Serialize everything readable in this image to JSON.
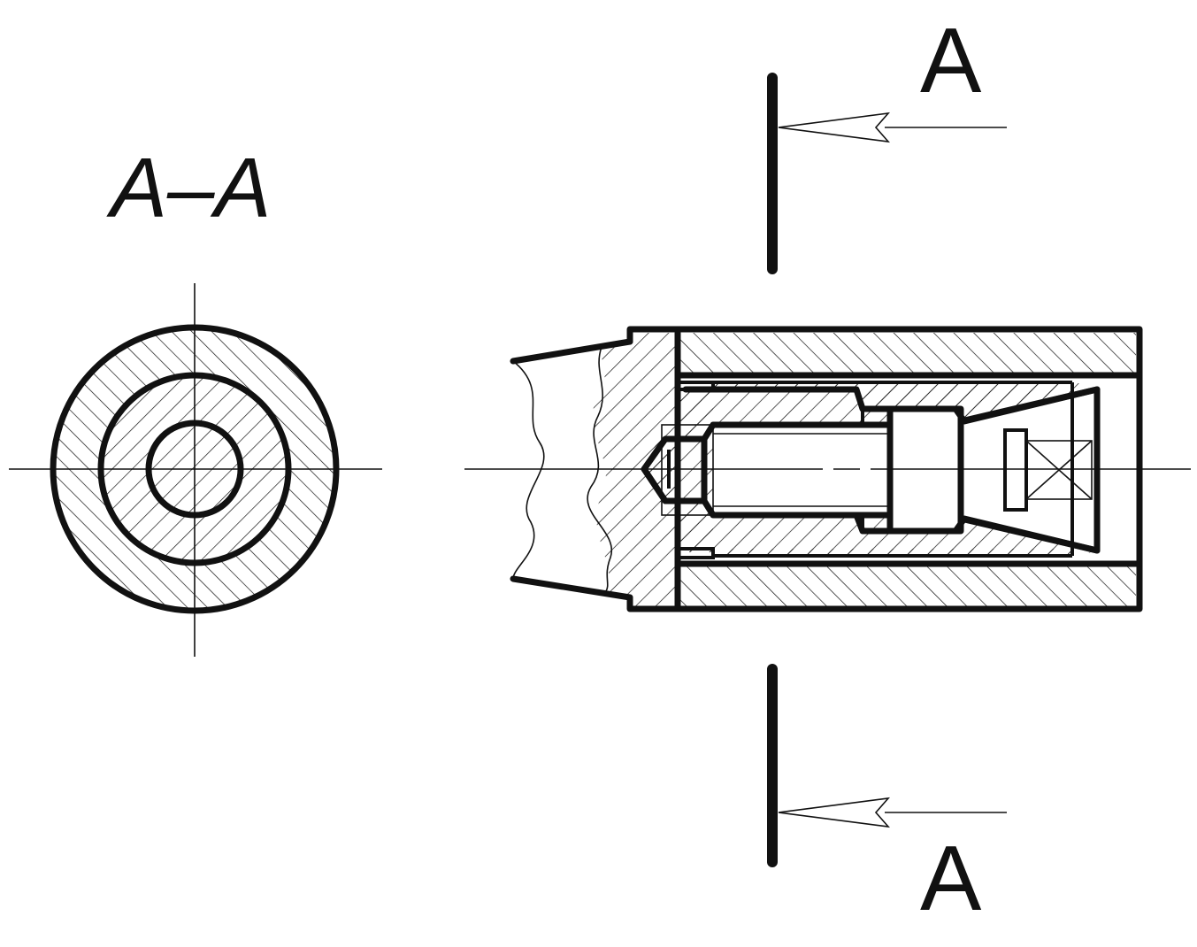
{
  "section_label": "A–A",
  "cut_label_top": "A",
  "cut_label_bottom": "A",
  "colors": {
    "line": "#111111",
    "background": "#ffffff"
  }
}
